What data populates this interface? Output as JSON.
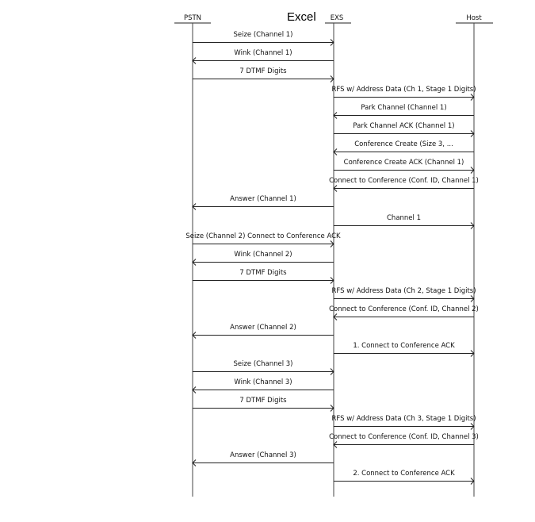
{
  "title": "Excel",
  "actors": [
    "PSTN",
    "EXS",
    "Host"
  ],
  "messages": [
    {
      "label": "Seize (Channel 1)",
      "from": 0,
      "to": 1
    },
    {
      "label": "Wink (Channel 1)",
      "from": 1,
      "to": 0
    },
    {
      "label": "7 DTMF Digits",
      "from": 0,
      "to": 1
    },
    {
      "label": "RFS w/ Address Data (Ch 1, Stage 1 Digits)",
      "from": 1,
      "to": 2
    },
    {
      "label": "Park Channel (Channel 1)",
      "from": 2,
      "to": 1
    },
    {
      "label": "Park Channel ACK (Channel 1)",
      "from": 1,
      "to": 2
    },
    {
      "label": "Conference Create (Size 3, ...",
      "from": 2,
      "to": 1
    },
    {
      "label": "Conference Create ACK (Channel 1)",
      "from": 1,
      "to": 2
    },
    {
      "label": "Connect to Conference (Conf. ID, Channel 1)",
      "from": 2,
      "to": 1
    },
    {
      "label": "Answer (Channel 1)",
      "from": 1,
      "to": 0
    },
    {
      "label": "Channel 1",
      "from": 1,
      "to": 2
    },
    {
      "label": "Seize (Channel 2) Connect to Conference ACK",
      "from": 0,
      "to": 1
    },
    {
      "label": "Wink (Channel 2)",
      "from": 1,
      "to": 0
    },
    {
      "label": "7 DTMF Digits",
      "from": 0,
      "to": 1
    },
    {
      "label": "RFS w/ Address Data (Ch 2, Stage 1 Digits)",
      "from": 1,
      "to": 2
    },
    {
      "label": "Connect to Conference (Conf. ID, Channel 2)",
      "from": 2,
      "to": 1
    },
    {
      "label": "Answer (Channel 2)",
      "from": 1,
      "to": 0
    },
    {
      "label": "1. Connect to Conference ACK",
      "from": 1,
      "to": 2
    },
    {
      "label": "Seize (Channel 3)",
      "from": 0,
      "to": 1
    },
    {
      "label": "Wink (Channel 3)",
      "from": 1,
      "to": 0
    },
    {
      "label": "7 DTMF Digits",
      "from": 0,
      "to": 1
    },
    {
      "label": "RFS w/ Address Data (Ch 3, Stage 1 Digits)",
      "from": 1,
      "to": 2
    },
    {
      "label": "Connect to Conference (Conf. ID, Channel 3)",
      "from": 2,
      "to": 1
    },
    {
      "label": "Answer (Channel 3)",
      "from": 1,
      "to": 0
    },
    {
      "label": "2. Connect to Conference ACK",
      "from": 1,
      "to": 2
    }
  ]
}
